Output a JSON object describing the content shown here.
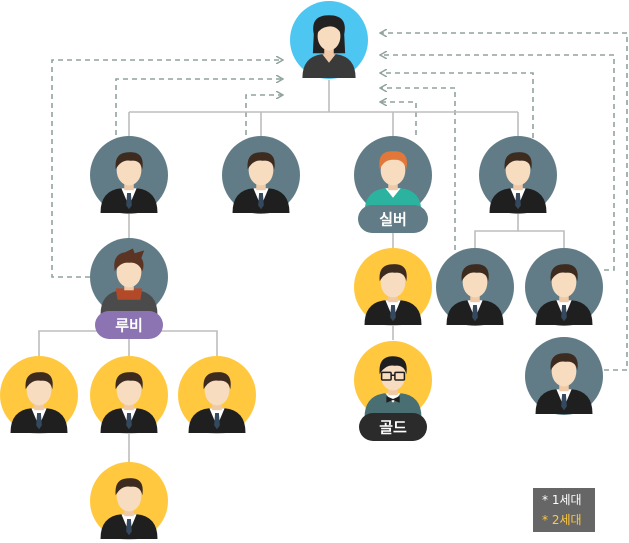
{
  "labels": {
    "silver": "실버",
    "ruby": "루비",
    "gold": "골드"
  },
  "legend": {
    "first_gen": "* 1세대",
    "second_gen": "* 2세대"
  },
  "colors": {
    "blue_circle": "#4DC6F2",
    "grey_circle": "#617C87",
    "yellow_circle": "#FFC83F",
    "tree_line": "#BDBDBD",
    "dashed_line": "#8FA39C",
    "silver_badge": "#617C87",
    "ruby_badge": "#8C74B3",
    "gold_badge": "#2B2B2B",
    "legend_first": "#FFFFFF",
    "legend_second": "#FFC83F",
    "legend_bg": "#666666"
  },
  "icons": {
    "root": "woman-avatar-icon",
    "person": "man-avatar-icon",
    "silver": "redhead-man-avatar-icon",
    "ruby": "scarf-man-avatar-icon",
    "gold": "glasses-man-avatar-icon"
  }
}
